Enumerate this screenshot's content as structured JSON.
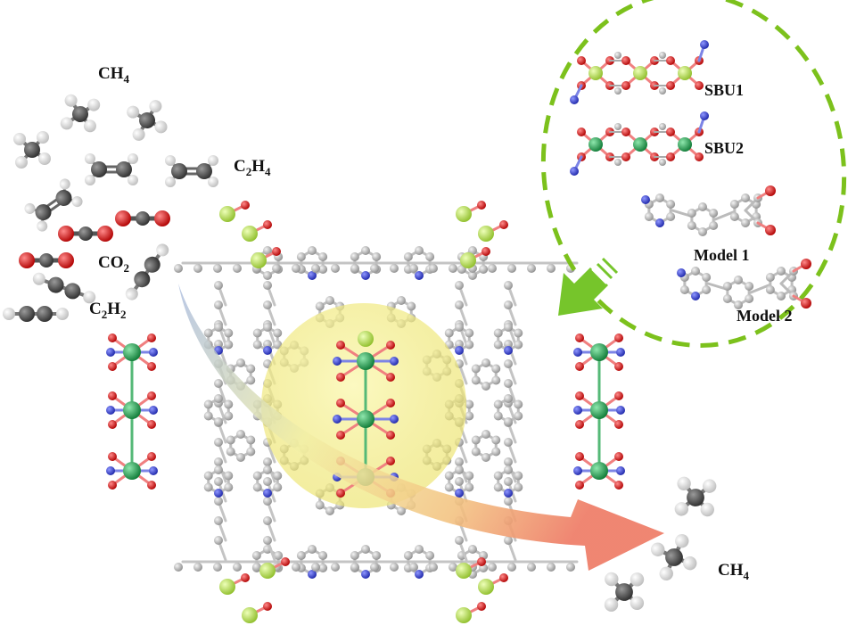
{
  "labels": {
    "ch4_top": {
      "main": "CH",
      "sub": "4"
    },
    "c2h4": {
      "main1": "C",
      "sub1": "2",
      "main2": "H",
      "sub2": "4"
    },
    "co2": {
      "main": "CO",
      "sub": "2"
    },
    "c2h2": {
      "main1": "C",
      "sub1": "2",
      "main2": "H",
      "sub2": "2"
    },
    "sbu1": "SBU1",
    "sbu2": "SBU2",
    "model1": "Model 1",
    "model2": "Model 2",
    "ch4_bottom": {
      "main": "CH",
      "sub": "4"
    }
  },
  "colors": {
    "carbon": "#a9a9a9",
    "carbon_dark": "#555555",
    "hydrogen": "#f2f2f2",
    "oxygen": "#e01010",
    "nitrogen": "#2f3bd9",
    "metal_light": "#b5e04a",
    "metal_dark": "#1e9b4a",
    "dash_ellipse": "#7cc11c",
    "arrow_green": "#76c52b",
    "pore_sphere": "#f3f08a"
  }
}
